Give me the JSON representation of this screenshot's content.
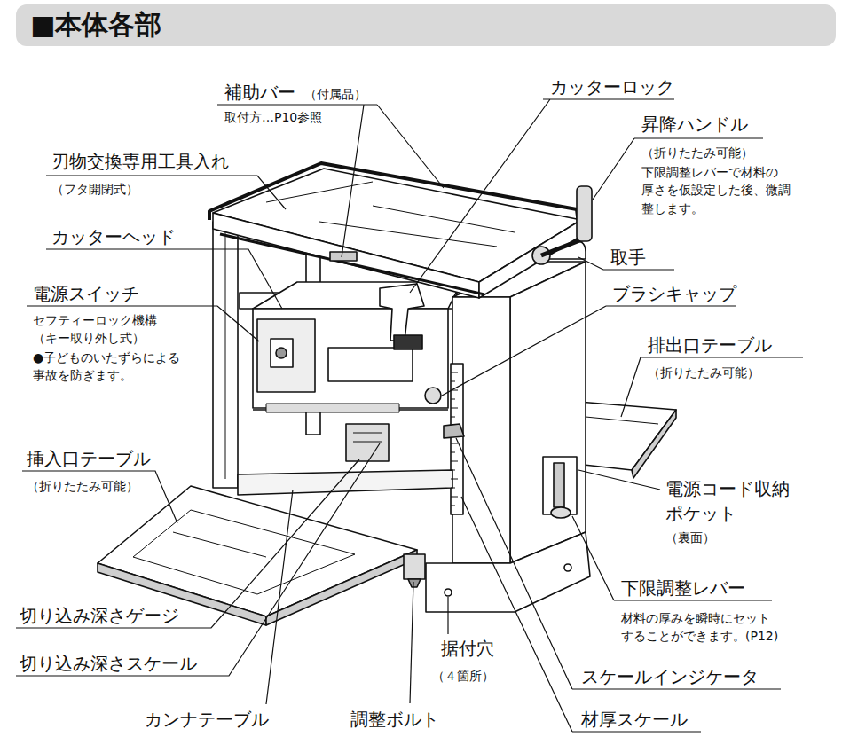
{
  "diagram": {
    "title": "■本体各部",
    "labels": [
      "補助バー",
      "（付属品）",
      "取付方…P10参照",
      "カッターロック",
      "昇降ハンドル",
      "（折りたたみ可能）",
      "下限調整レバーで材料の 厚さを仮設定した後、微調 整します。",
      "刃物交換専用工具入れ",
      "（フタ開閉式）",
      "カッターヘッド",
      "取手",
      "電源スイッチ",
      "ブラシキャップ",
      "セフティーロック機構",
      "（キー取り外し式）",
      "●子どものいたずらによる 事故を防ぎます。",
      "排出口テーブル",
      "（折りたたみ可能）",
      "挿入口テーブル",
      "（折りたたみ可能）",
      "電源コード収納 ポケット",
      "（裏面）",
      "下限調整レバー",
      "材料の厚みを瞬時にセット することができます。(P12)",
      "切り込み深さゲージ",
      "据付穴",
      "（４箇所）",
      "切り込み深さスケール",
      "スケールインジケータ",
      "カンナテーブル",
      "調整ボルト",
      "材厚スケール"
    ]
  }
}
